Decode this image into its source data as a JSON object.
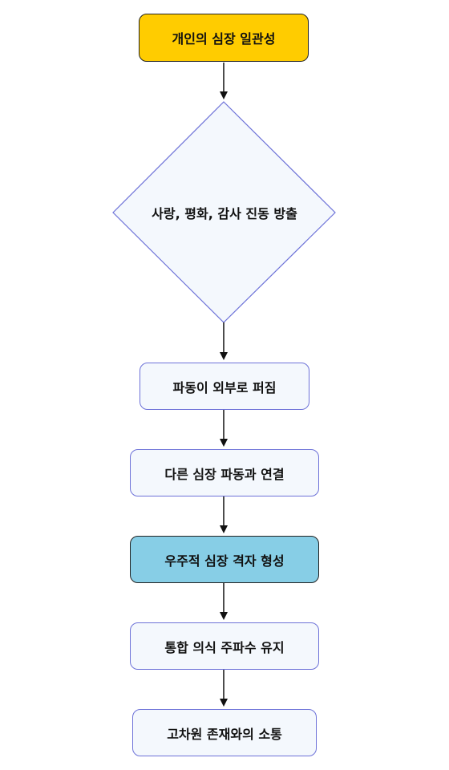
{
  "flowchart": {
    "start": "개인의 심장 일관성",
    "decision": "사랑, 평화, 감사 진동 방출",
    "step1": "파동이 외부로 퍼짐",
    "step2": "다른 심장 파동과 연결",
    "step3": "우주적 심장 격자 형성",
    "step4": "통합 의식 주파수 유지",
    "step5": "고차원 존재와의 소통"
  },
  "colors": {
    "start_fill": "#ffcc00",
    "process_fill": "#f4f8fd",
    "process_border": "#6d72d8",
    "highlight_fill": "#87cee6",
    "arrow": "#111111"
  }
}
